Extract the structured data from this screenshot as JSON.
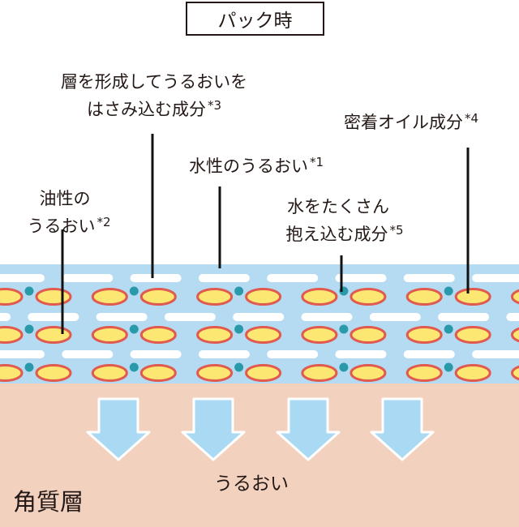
{
  "title": "パック時",
  "colors": {
    "layer_bg": "#b5dbf2",
    "dash": "#ffffff",
    "oil_fill": "#fbe772",
    "oil_stroke": "#e05a4f",
    "water_dot": "#2a9aab",
    "skin_bg": "#f2d2bf",
    "arrow_fill": "#a9d9f3",
    "arrow_stroke": "#ffffff",
    "line": "#111111"
  },
  "labels": {
    "layer_component": {
      "lines": [
        "層を形成してうるおいを",
        "はさみ込む成分"
      ],
      "note": "*3"
    },
    "oil_moisture": {
      "lines": [
        "油性の",
        "うるおい"
      ],
      "note": "*2"
    },
    "water_moisture": {
      "lines": [
        "水性のうるおい"
      ],
      "note": "*1"
    },
    "water_holding": {
      "lines": [
        "水をたくさん",
        "抱え込む成分"
      ],
      "note": "*5"
    },
    "adhesive_oil": {
      "lines": [
        "密着オイル成分"
      ],
      "note": "*4"
    }
  },
  "bottom": {
    "moisture_label": "うるおい",
    "stratum_label": "角質層",
    "arrow_count": 4
  }
}
